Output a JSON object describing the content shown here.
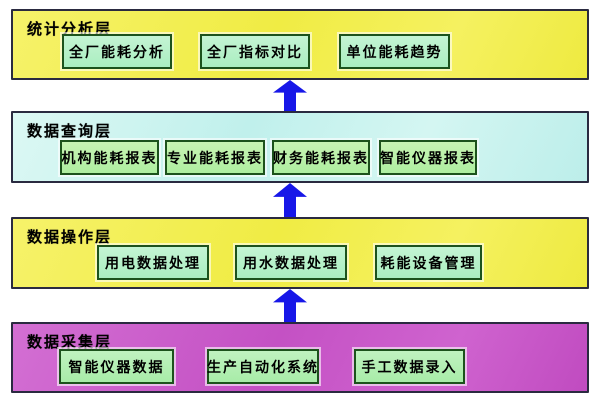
{
  "diagram": {
    "type": "layered-architecture",
    "flow_direction": "bottom-to-top"
  },
  "layers": [
    {
      "id": "statistical-analysis",
      "label": "统计分析层",
      "boxes": [
        "全厂能耗分析",
        "全厂指标对比",
        "单位能耗趋势"
      ]
    },
    {
      "id": "data-query",
      "label": "数据查询层",
      "boxes": [
        "机构能耗报表",
        "专业能耗报表",
        "财务能耗报表",
        "智能仪器报表"
      ]
    },
    {
      "id": "data-operation",
      "label": "数据操作层",
      "boxes": [
        "用电数据处理",
        "用水数据处理",
        "耗能设备管理"
      ]
    },
    {
      "id": "data-collection",
      "label": "数据采集层",
      "boxes": [
        "智能仪器数据",
        "生产自动化系统",
        "手工数据录入"
      ]
    }
  ],
  "arrows": [
    {
      "from": "data-query",
      "to": "statistical-analysis",
      "direction": "up"
    },
    {
      "from": "data-operation",
      "to": "data-query",
      "direction": "up"
    },
    {
      "from": "data-collection",
      "to": "data-operation",
      "direction": "up"
    }
  ],
  "colors": {
    "layer_yellow": "#f2ee4f",
    "layer_cyan": "#c6f3ef",
    "layer_magenta": "#c95dc9",
    "layer_border": "#2a2a40",
    "box_green": "#b5f0bd",
    "box_border": "#1c521c",
    "arrow_blue": "#1717e8",
    "text": "#000000",
    "page_background": "#ffffff"
  }
}
